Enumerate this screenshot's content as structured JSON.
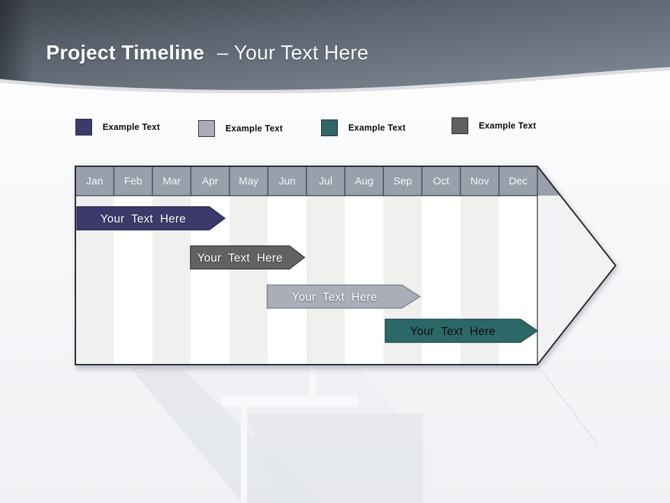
{
  "slide": {
    "title_primary": "Project Timeline",
    "title_secondary": "– Your Text Here"
  },
  "legend": {
    "items": [
      {
        "label": "Example Text",
        "color": "#3b3a6b"
      },
      {
        "label": "Example Text",
        "color": "#a9aeb9"
      },
      {
        "label": "Example Text",
        "color": "#2d6868"
      },
      {
        "label": "Example Text",
        "color": "#5e6163"
      }
    ]
  },
  "timeline": {
    "months": [
      "Jan",
      "Feb",
      "Mar",
      "Apr",
      "May",
      "Jun",
      "Jul",
      "Aug",
      "Sep",
      "Oct",
      "Nov",
      "Dec"
    ],
    "bars": [
      {
        "label": "Your Text Here",
        "span": "Jan – Apr",
        "row": 0,
        "start_month": 0.04,
        "end_month": 3.48,
        "tip_month": 3.88,
        "fill": "#3b3a6b",
        "stroke": "#282856",
        "text_color": "#ffffff"
      },
      {
        "label": "Your Text Here",
        "span": "Apr – Jun",
        "row": 1,
        "start_month": 2.99,
        "end_month": 5.56,
        "tip_month": 5.95,
        "fill": "#606264",
        "stroke": "#3e4042",
        "text_color": "#ffffff"
      },
      {
        "label": "Your Text Here",
        "span": "Jun – Sep",
        "row": 2,
        "start_month": 4.98,
        "end_month": 8.48,
        "tip_month": 8.95,
        "fill": "#a9aeb9",
        "stroke": "#80858e",
        "text_color": "#ffffff"
      },
      {
        "label": "Your Text Here",
        "span": "Sep – Dec",
        "row": 3,
        "start_month": 8.05,
        "end_month": 11.56,
        "tip_month": 12.0,
        "fill": "#2d6868",
        "stroke": "#1d4f4f",
        "text_color": "#0b0b0b"
      }
    ]
  },
  "colors": {
    "header_dark": "#41464f",
    "header_mid": "#5b636e",
    "header_light": "#7e8793",
    "table_header_fill": "#99a0ab",
    "table_header_divider": "#4a505a",
    "stripe": "#f0f0ee",
    "outline": "#24272c",
    "arrow_fill": "#f1f2f4"
  }
}
